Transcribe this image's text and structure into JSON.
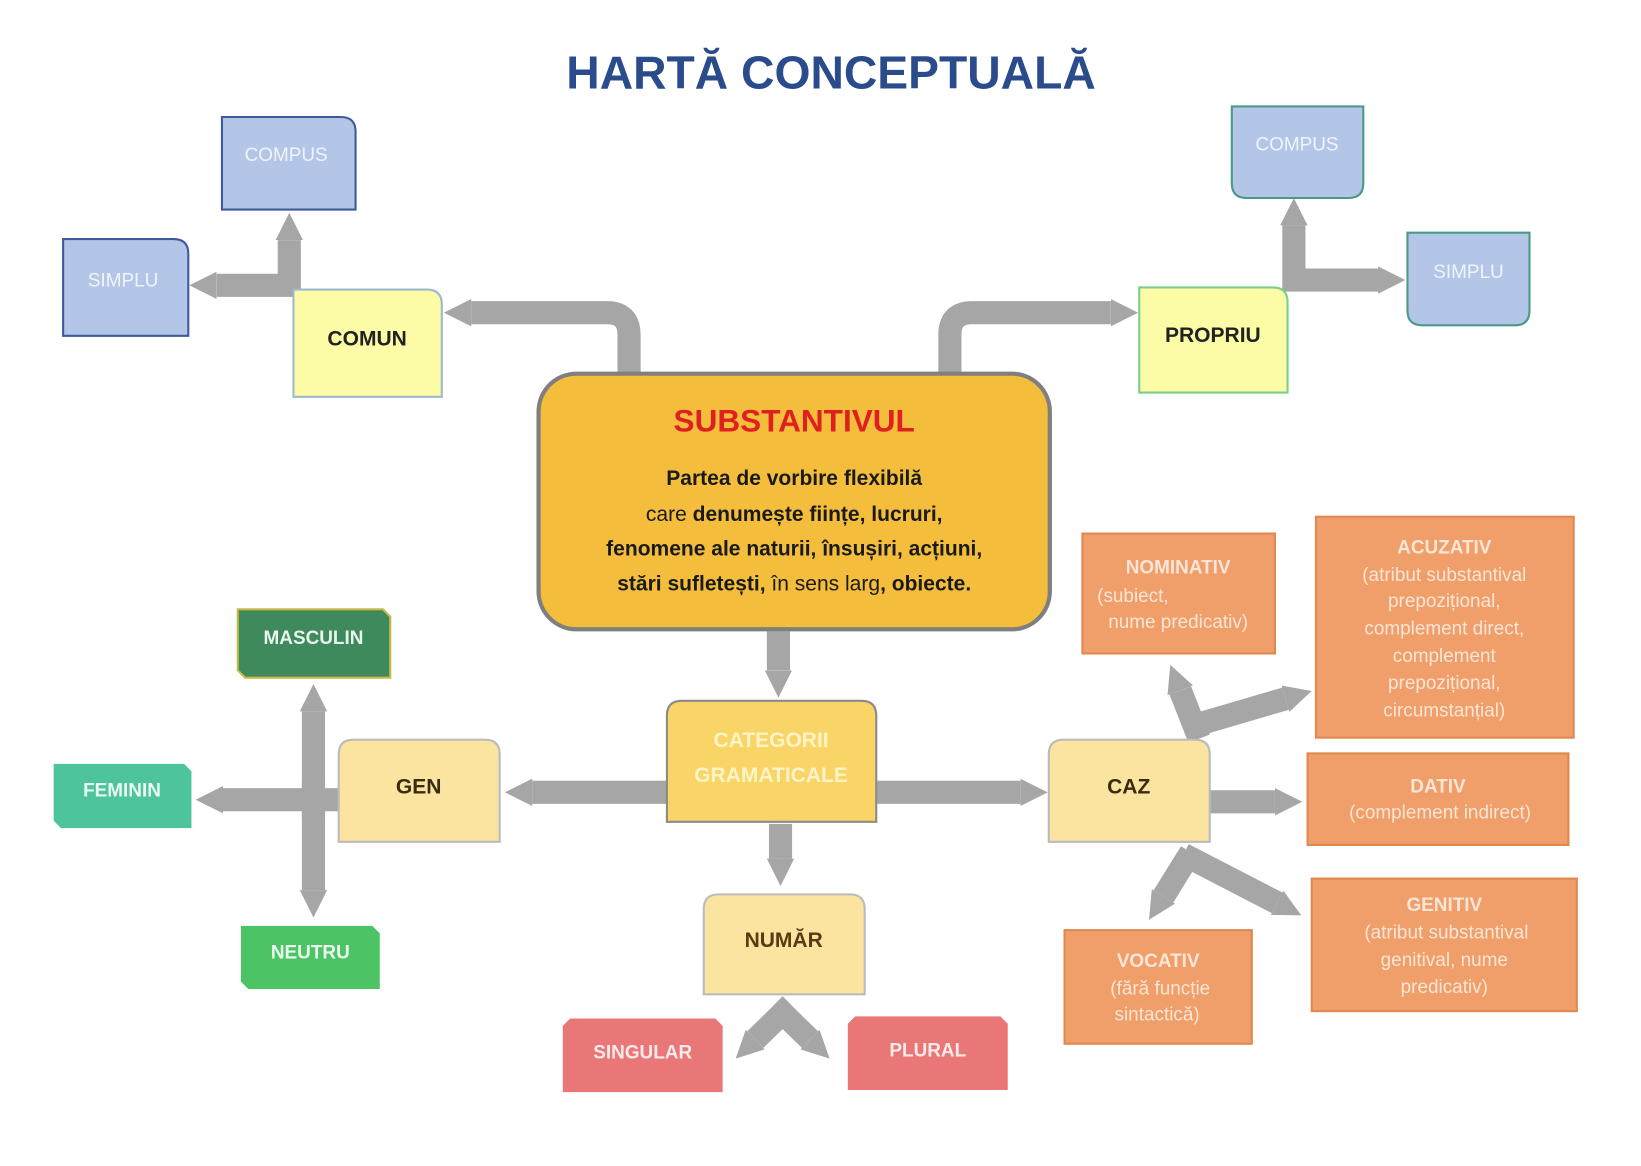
{
  "title": "HARTĂ CONCEPTUALĂ",
  "center": {
    "heading": "SUBSTANTIVUL",
    "line1": "Partea de vorbire flexibilă",
    "line2_a": "care ",
    "line2_b": "denumește ființe, lucruri,",
    "line3": "fenomene ale naturii, însușiri, acțiuni,",
    "line4_a": "stări sufletești,",
    "line4_b": " în sens larg",
    "line4_c": ", obiecte."
  },
  "types": {
    "comun": "COMUN",
    "propriu": "PROPRIU",
    "comun_compus": "COMPUS",
    "comun_simplu": "SIMPLU",
    "propriu_compus": "COMPUS",
    "propriu_simplu": "SIMPLU"
  },
  "categories": {
    "line1": "CATEGORII",
    "line2": "GRAMATICALE",
    "gen": "GEN",
    "numar": "NUMĂR",
    "caz": "CAZ"
  },
  "gen": {
    "masculin": "MASCULIN",
    "feminin": "FEMININ",
    "neutru": "NEUTRU"
  },
  "numar": {
    "singular": "SINGULAR",
    "plural": "PLURAL"
  },
  "cases": {
    "nominativ": {
      "name": "NOMINATIV",
      "l1": "(subiect,",
      "l2": "nume predicativ)"
    },
    "acuzativ": {
      "name": "ACUZATIV",
      "l1": "(atribut substantival",
      "l2": "prepozițional,",
      "l3": "complement direct,",
      "l4": "complement",
      "l5": "prepozițional,",
      "l6": "circumstanțial)"
    },
    "dativ": {
      "name": "DATIV",
      "l1": "(complement indirect)"
    },
    "genitiv": {
      "name": "GENITIV",
      "l1": "(atribut substantival",
      "l2": "genitival, nume",
      "l3": "predicativ)"
    },
    "vocativ": {
      "name": "VOCATIV",
      "l1": "(fără funcție",
      "l2": "sintactică)"
    }
  },
  "colors": {
    "title": "#2b4c8c",
    "heading": "#e02020",
    "center_fill": "#f4be3c",
    "arrow": "#a6a6a6",
    "case_fill": "#f09e6a"
  }
}
